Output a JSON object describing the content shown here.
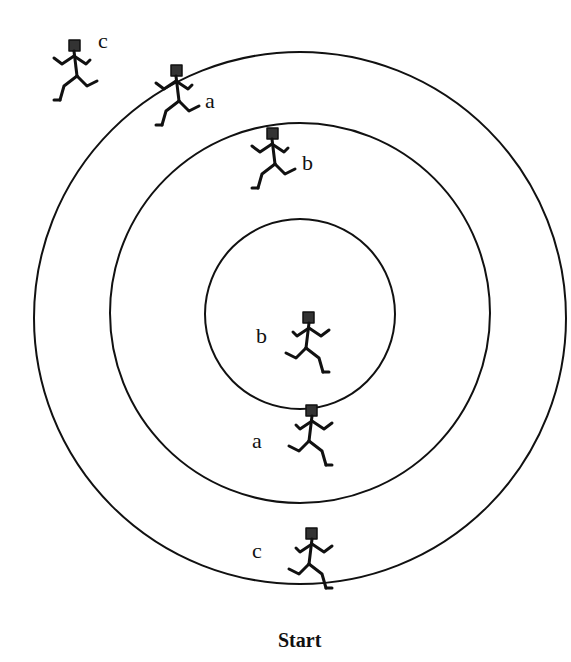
{
  "diagram": {
    "labels": [
      "c",
      "a",
      "b",
      "b",
      "a",
      "c",
      "Start"
    ]
  }
}
